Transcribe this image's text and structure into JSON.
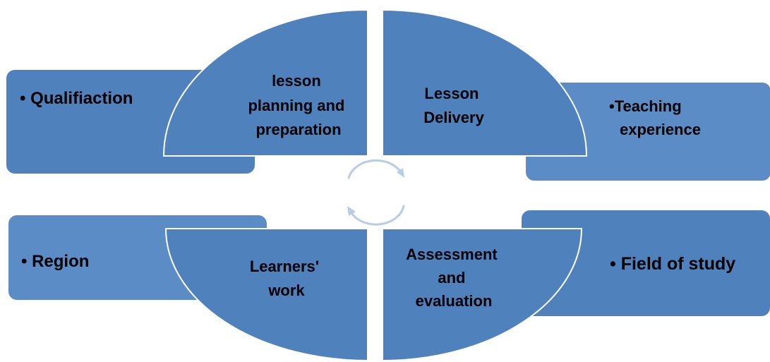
{
  "corner_boxes": {
    "top_left": {
      "lines": [
        "• Qualifiaction"
      ]
    },
    "top_right": {
      "lines": [
        "•Teaching",
        "experience"
      ]
    },
    "bottom_left": {
      "lines": [
        "• Region"
      ]
    },
    "bottom_right": {
      "lines": [
        "• Field of study"
      ]
    }
  },
  "quadrants": {
    "top_left": {
      "lines": [
        "lesson",
        "planning and",
        "preparation"
      ]
    },
    "top_right": {
      "lines": [
        "Lesson",
        "Delivery"
      ]
    },
    "bottom_left": {
      "lines": [
        "Learners'",
        "work"
      ]
    },
    "bottom_right": {
      "lines": [
        "Assessment",
        "and",
        "evaluation"
      ]
    }
  },
  "colors": {
    "primary": "#4f81bd",
    "light": "#5b8cc6",
    "cycle_arrow": "#b8cce4",
    "text": "#000000"
  },
  "icons": [
    "cycle-arrows-icon"
  ]
}
